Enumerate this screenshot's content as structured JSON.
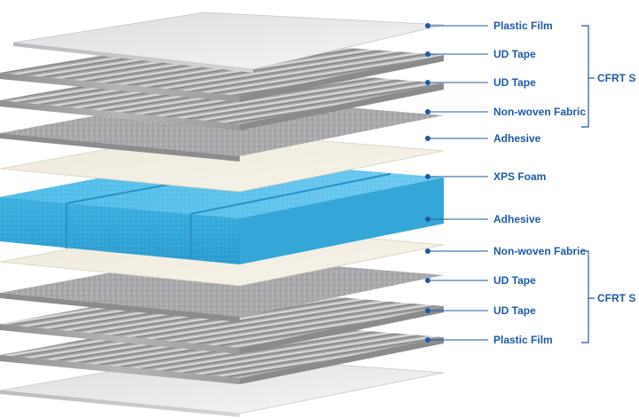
{
  "diagram": {
    "accent_color": "#1f5aa6",
    "layers_top_to_bottom": [
      {
        "label": "Plastic Film",
        "material": "film"
      },
      {
        "label": "UD Tape",
        "material": "ud-tape"
      },
      {
        "label": "UD Tape",
        "material": "ud-tape"
      },
      {
        "label": "Non-woven Fabric",
        "material": "non-woven"
      },
      {
        "label": "Adhesive",
        "material": "adhesive"
      },
      {
        "label": "XPS Foam",
        "material": "foam"
      },
      {
        "label": "Adhesive",
        "material": "adhesive"
      },
      {
        "label": "Non-woven Fabric",
        "material": "non-woven"
      },
      {
        "label": "UD Tape",
        "material": "ud-tape"
      },
      {
        "label": "UD Tape",
        "material": "ud-tape"
      },
      {
        "label": "Plastic Film",
        "material": "film"
      }
    ],
    "groups": [
      {
        "label": "CFRT S"
      },
      {
        "label": "CFRT S"
      }
    ]
  }
}
